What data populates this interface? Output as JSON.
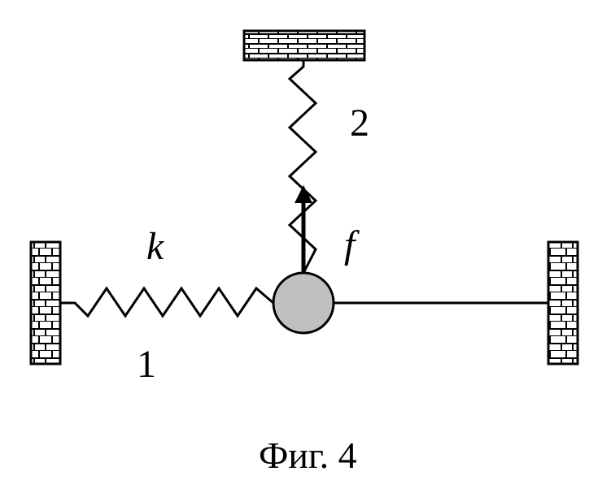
{
  "labels": {
    "spring1_number": "1",
    "spring1_constant": "k",
    "spring2_number": "2",
    "force": "f"
  },
  "caption": "Фиг. 4",
  "colors": {
    "mass_fill": "#c0c0c0",
    "line": "#000000",
    "wall_fill": "#ffffff"
  }
}
